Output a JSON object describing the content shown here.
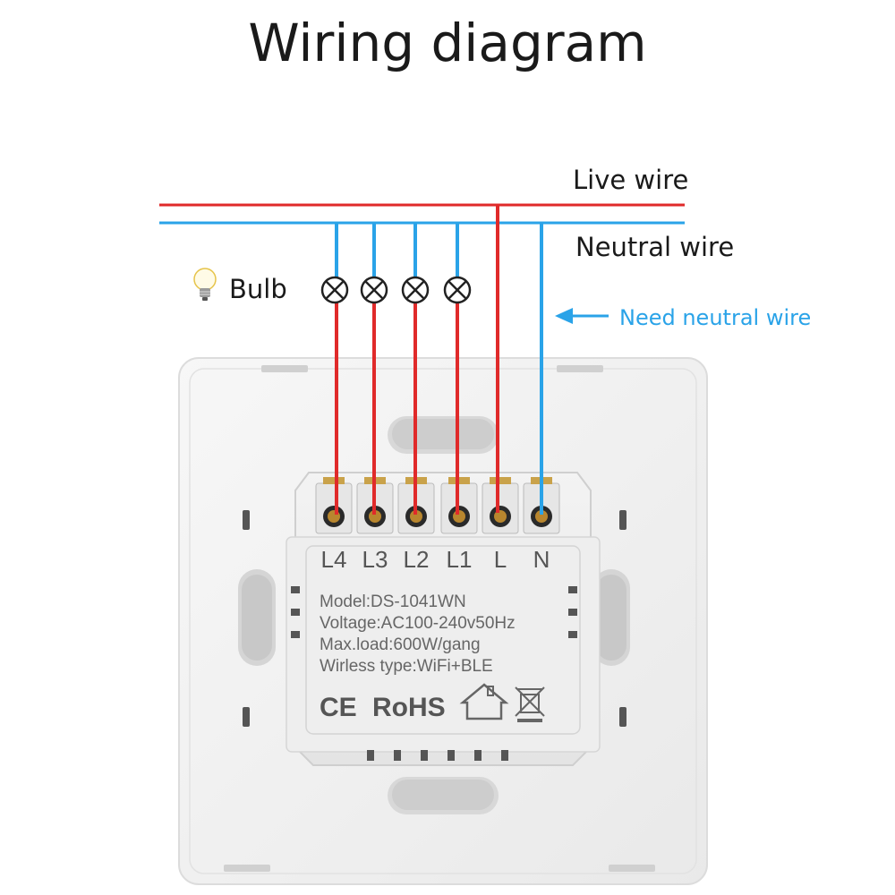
{
  "title": "Wiring diagram",
  "labels": {
    "live_wire": "Live wire",
    "neutral_wire": "Neutral wire",
    "need_neutral": "Need neutral wire",
    "bulb": "Bulb"
  },
  "terminals": [
    "L4",
    "L3",
    "L2",
    "L1",
    "L",
    "N"
  ],
  "specs": {
    "model": "Model:DS-1041WN",
    "voltage": "Voltage:AC100-240v50Hz",
    "max_load": "Max.load:600W/gang",
    "wireless": "Wirless type:WiFi+BLE"
  },
  "marks": {
    "ce": "CE",
    "rohs": "RoHS"
  },
  "colors": {
    "live": "#e02a2a",
    "neutral": "#2aa3e8",
    "panel": "#f2f2f2",
    "module": "#ececec"
  }
}
